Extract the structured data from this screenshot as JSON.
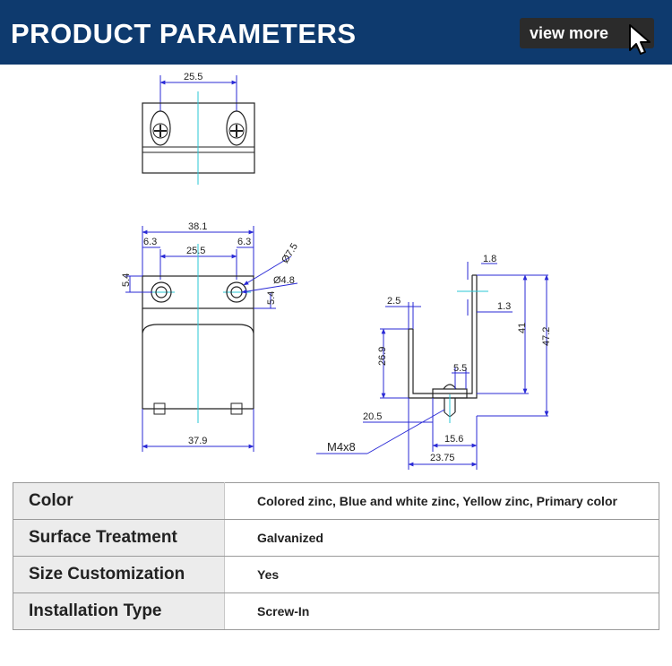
{
  "header": {
    "title": "PRODUCT PARAMETERS",
    "view_more_label": "view more"
  },
  "drawing": {
    "top_view": {
      "hole_spacing": "25.5"
    },
    "front_view": {
      "overall_width_top": "38.1",
      "hole_spacing": "25.5",
      "edge_left": "6.3",
      "edge_right": "6.3",
      "head_diameter": "Ø7.5",
      "hole_diameter": "Ø4.8",
      "left_offset": "5.4",
      "right_offset": "5.4",
      "bottom_width": "37.9"
    },
    "side_view": {
      "thickness_top": "1.8",
      "gap_right": "1.3",
      "lip_left": "2.5",
      "inner_height": "26.9",
      "height_41": "41",
      "height_472": "47.2",
      "foot_55": "5.5",
      "depth_205": "20.5",
      "width_156": "15.6",
      "width_2375": "23.75",
      "screw_label": "M4x8"
    }
  },
  "params": [
    {
      "label": "Color",
      "value": "Colored zinc, Blue and white zinc, Yellow zinc, Primary color"
    },
    {
      "label": "Surface Treatment",
      "value": "Galvanized"
    },
    {
      "label": "Size Customization",
      "value": "Yes"
    },
    {
      "label": "Installation Type",
      "value": "Screw-In"
    }
  ],
  "colors": {
    "header_bg": "#0e3a6e",
    "button_bg": "#2b2b2b",
    "dimension_line": "#2a2ad6",
    "center_line": "#29c7d6",
    "label_cell_bg": "#ececec"
  }
}
